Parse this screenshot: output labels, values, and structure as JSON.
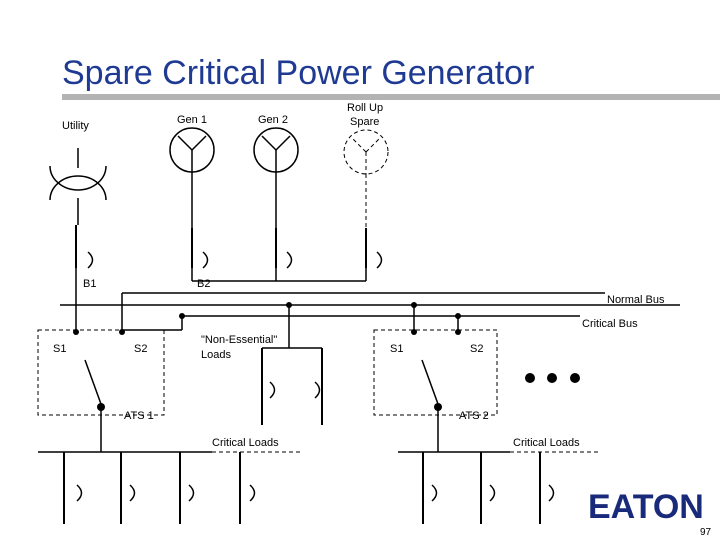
{
  "title": "Spare Critical Power Generator",
  "sources": {
    "utility": "Utility",
    "gen1": "Gen 1",
    "gen2": "Gen 2",
    "spare_line1": "Roll Up",
    "spare_line2": "Spare"
  },
  "breakers": {
    "b1": "B1",
    "b2": "B2"
  },
  "buses": {
    "normal": "Normal Bus",
    "critical": "Critical Bus"
  },
  "ats1": {
    "s1": "S1",
    "s2": "S2",
    "name": "ATS 1",
    "loads": "Critical Loads"
  },
  "non_essential_line1": "\"Non-Essential\"",
  "non_essential_line2": "Loads",
  "ats2": {
    "s1": "S1",
    "s2": "S2",
    "name": "ATS 2",
    "loads": "Critical Loads"
  },
  "logo_text": "EATON",
  "page_number": "97",
  "colors": {
    "title": "#1f3a93",
    "line": "#000000"
  }
}
